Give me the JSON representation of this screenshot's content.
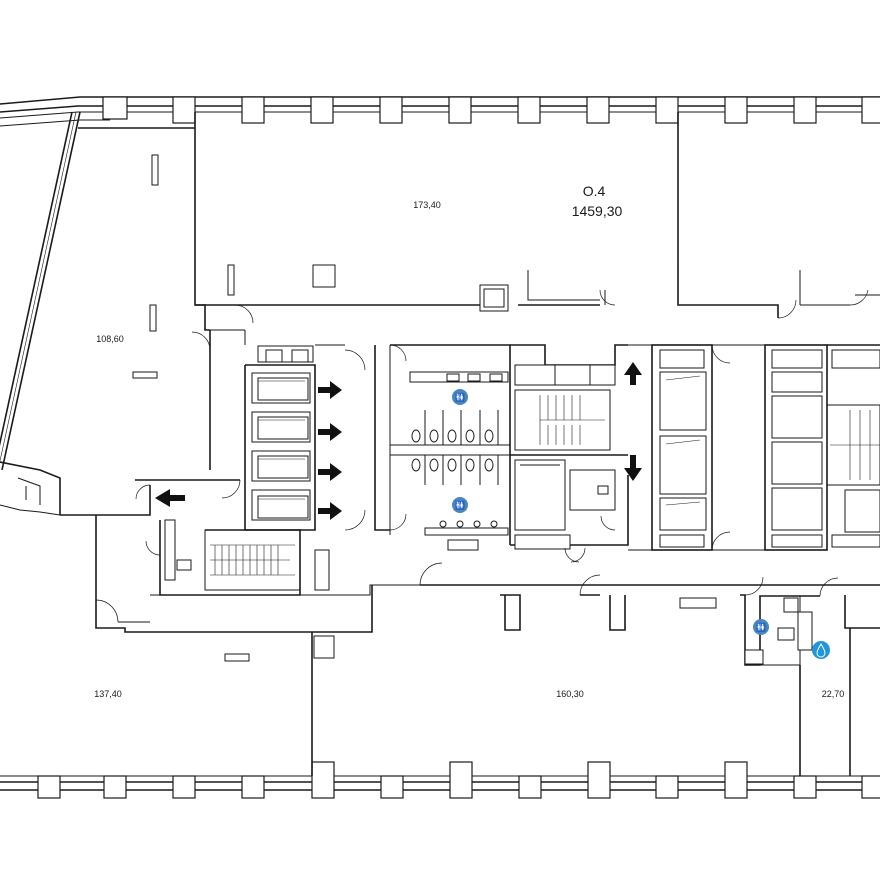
{
  "plan": {
    "zone_label": "O.4",
    "zone_area": "1459,30",
    "rooms": [
      {
        "id": "north",
        "area": "173,40"
      },
      {
        "id": "west",
        "area": "108,60"
      },
      {
        "id": "southwest",
        "area": "137,40"
      },
      {
        "id": "south",
        "area": "160,30"
      },
      {
        "id": "southeast",
        "area": "22,70"
      }
    ],
    "icons": {
      "restroom": "restroom-icon",
      "water": "water-drop-icon",
      "arrow": "evacuation-arrow-icon"
    },
    "colors": {
      "line": "#1a1a1a",
      "restroom_badge": "#4a86b8",
      "water_badge": "#2196d8"
    }
  }
}
